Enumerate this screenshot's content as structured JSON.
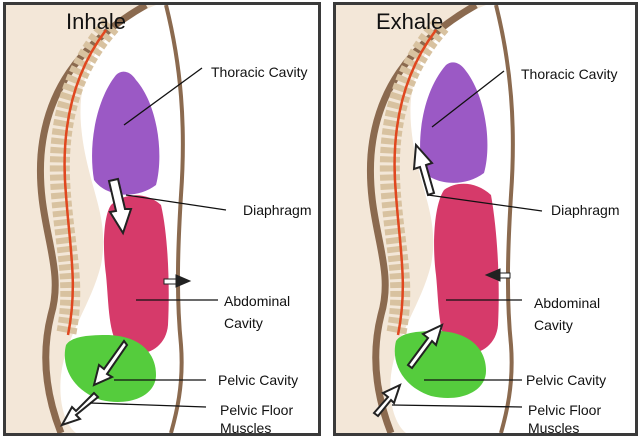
{
  "panels": [
    {
      "title": "Inhale",
      "labels": {
        "thoracic": "Thoracic Cavity",
        "diaphragm": "Diaphragm",
        "abdominal_line1": "Abdominal",
        "abdominal_line2": "Cavity",
        "pelvic": "Pelvic Cavity",
        "floor_line1": "Pelvic Floor",
        "floor_line2": "Muscles"
      }
    },
    {
      "title": "Exhale",
      "labels": {
        "thoracic": "Thoracic Cavity",
        "diaphragm": "Diaphragm",
        "abdominal_line1": "Abdominal",
        "abdominal_line2": "Cavity",
        "pelvic": "Pelvic Cavity",
        "floor_line1": "Pelvic Floor",
        "floor_line2": "Muscles"
      }
    }
  ],
  "colors": {
    "border": "#3a3a3a",
    "skin": "#8b6a4f",
    "body_fill": "#e9d9c6",
    "spine": "#d8c2a0",
    "spinal_cord": "#e0471f",
    "thoracic": "#9b59c5",
    "abdominal": "#d63a6a",
    "pelvic": "#55cc3d"
  }
}
